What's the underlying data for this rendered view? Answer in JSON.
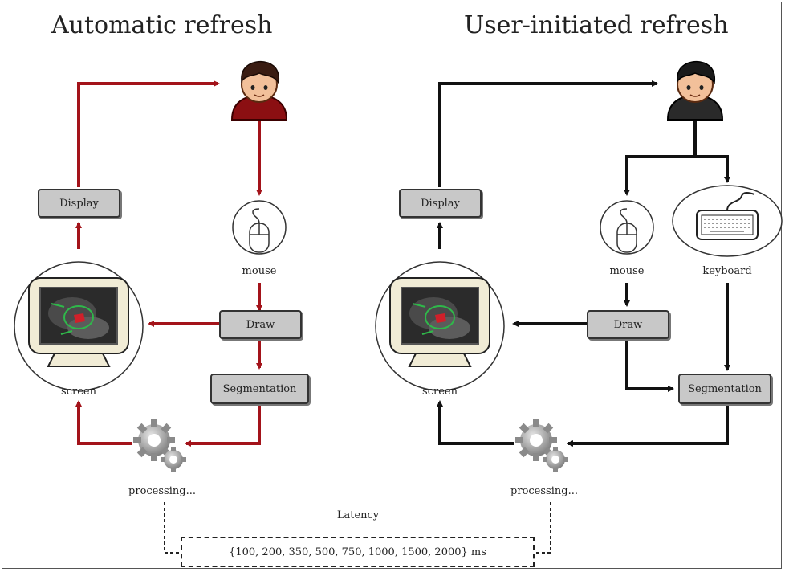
{
  "left": {
    "title": "Automatic refresh",
    "display_label": "Display",
    "mouse_label": "mouse",
    "draw_label": "Draw",
    "segmentation_label": "Segmentation",
    "screen_label": "screen",
    "processing_label": "processing...",
    "arrow_color": "#a3131a"
  },
  "right": {
    "title": "User-initiated refresh",
    "display_label": "Display",
    "mouse_label": "mouse",
    "keyboard_label": "keyboard",
    "draw_label": "Draw",
    "segmentation_label": "Segmentation",
    "screen_label": "screen",
    "processing_label": "processing...",
    "arrow_color": "#111111"
  },
  "latency": {
    "label": "Latency",
    "values": "{100, 200, 350, 500, 750, 1000, 1500, 2000} ms"
  }
}
